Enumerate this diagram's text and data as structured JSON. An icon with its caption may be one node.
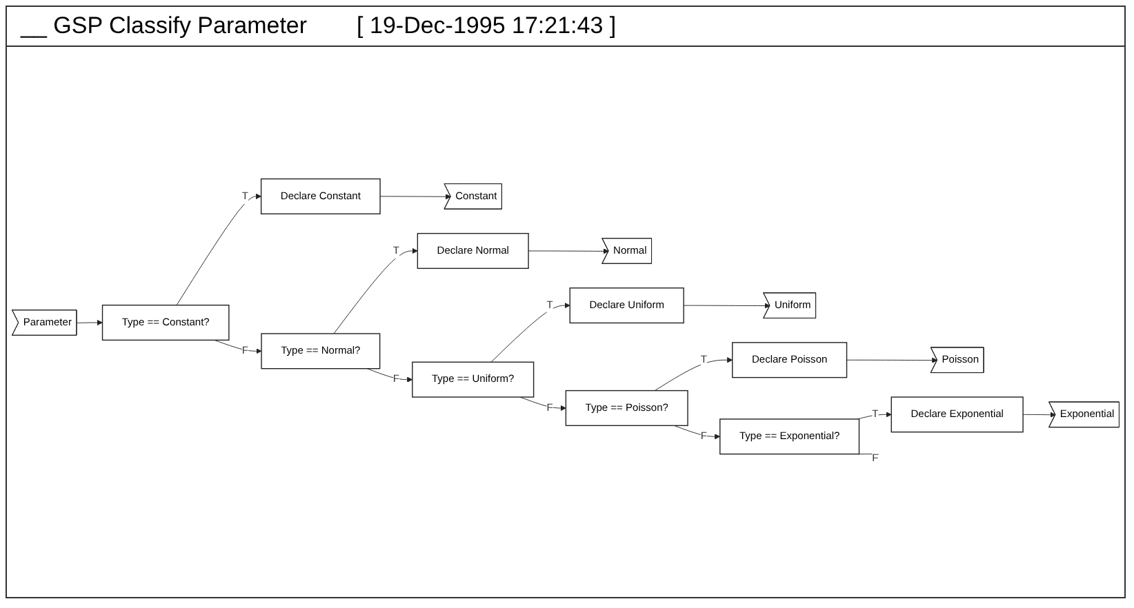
{
  "diagram": {
    "title": "__ GSP Classify Parameter",
    "nodes": [
      {
        "text": [
          "Parameter"
        ]
      },
      {
        "text": [
          "Type == Constant?"
        ]
      },
      {
        "text": [
          "Declare Constant"
        ]
      },
      {
        "text": [
          "Constant"
        ]
      },
      {
        "text": [
          "Type == Normal?"
        ]
      },
      {
        "text": [
          "Declare Normal"
        ]
      },
      {
        "text": [
          "Normal"
        ]
      },
      {
        "text": [
          "Type == Uniform?"
        ]
      },
      {
        "text": [
          "Declare Uniform"
        ]
      },
      {
        "text": [
          "Uniform"
        ]
      },
      {
        "text": [
          "Type == Poisson?"
        ]
      },
      {
        "text": [
          "Declare Poisson"
        ]
      },
      {
        "text": [
          "Poisson"
        ]
      },
      {
        "text": [
          "Type == Exponential?"
        ]
      },
      {
        "text": [
          "Declare Exponential"
        ]
      },
      {
        "text": [
          "Exponential"
        ]
      }
    ],
    "edges": [
      {
        "from": 0,
        "to": 1,
        "arrow": "to"
      },
      {
        "from": 1,
        "to": 2,
        "arrow": "to",
        "label": "T"
      },
      {
        "from": 2,
        "to": 3,
        "arrow": "to"
      },
      {
        "from": 1,
        "to": 4,
        "arrow": "to",
        "label": "F"
      },
      {
        "from": 4,
        "to": 5,
        "arrow": "to",
        "label": "T"
      },
      {
        "from": 5,
        "to": 6,
        "arrow": "to"
      },
      {
        "from": 4,
        "to": 7,
        "arrow": "to",
        "label": "F"
      },
      {
        "from": 7,
        "to": 8,
        "arrow": "to",
        "label": "T"
      },
      {
        "from": 8,
        "to": 9,
        "arrow": "to"
      },
      {
        "from": 7,
        "to": 10,
        "arrow": "to",
        "label": "F"
      },
      {
        "from": 10,
        "to": 11,
        "arrow": "to",
        "label": "T"
      },
      {
        "from": 11,
        "to": 12,
        "arrow": "to"
      },
      {
        "from": 10,
        "to": 13,
        "arrow": "to",
        "label": "F"
      },
      {
        "from": 13,
        "to": 14,
        "arrow": "to",
        "label": "T"
      },
      {
        "from": 14,
        "to": 15,
        "arrow": "to"
      },
      {
        "from": 13,
        "to": null,
        "arrow": "other",
        "label": "F"
      }
    ],
    "labels": [
      "[ 19-Dec-1995 17:21:43 ]"
    ]
  }
}
